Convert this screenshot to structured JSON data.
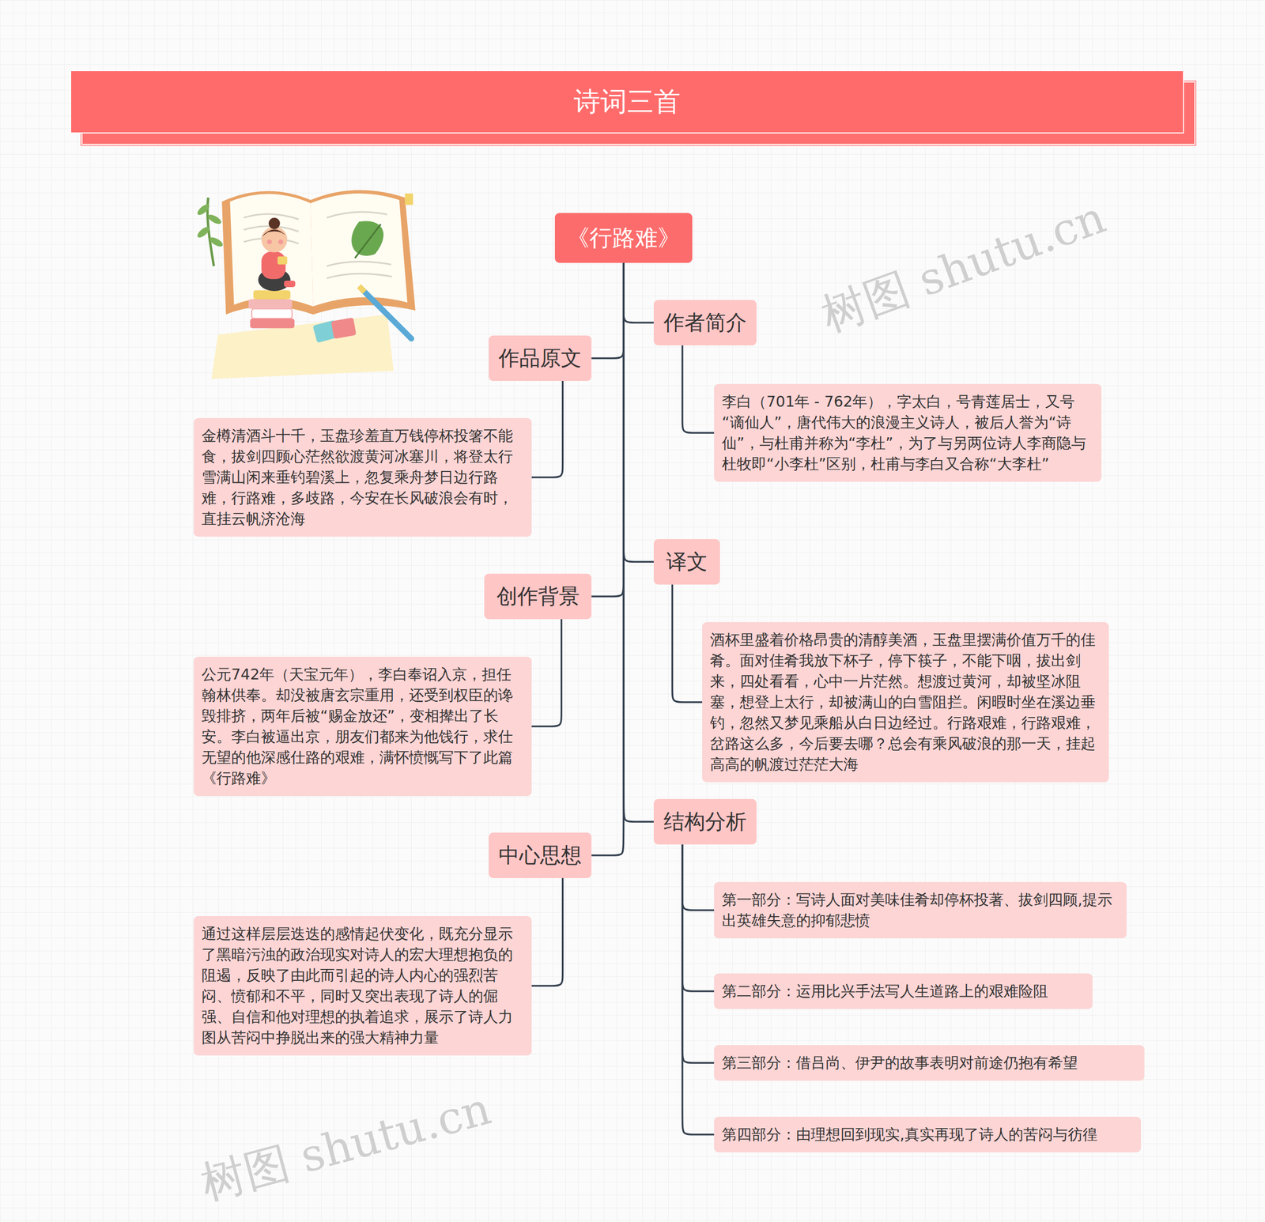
{
  "diagram": {
    "title": "诗词三首",
    "nodes": [
      {
        "text": [
          "《行路难》"
        ]
      },
      {
        "text": [
          "作品原文"
        ]
      },
      {
        "text": [
          "金樽清酒斗十千，玉盘珍羞直万钱停杯投箸不能食，拔剑四顾心茫然欲渡黄河冰塞川，将登太行雪满山闲来垂钓碧溪上，忽复乘舟梦日边行路难，行路难，多歧路，今安在长风破浪会有时，直挂云帆济沧海"
        ]
      },
      {
        "text": [
          "作者简介"
        ]
      },
      {
        "text": [
          "李白（701年 - 762年），字太白，号青莲居士，又号“谪仙人”，唐代伟大的浪漫主义诗人，被后人誉为“诗仙”，与杜甫并称为“李杜”，为了与另两位诗人李商隐与杜牧即“小李杜”区别，杜甫与李白又合称“大李杜”"
        ]
      },
      {
        "text": [
          "译文"
        ]
      },
      {
        "text": [
          "酒杯里盛着价格昂贵的清醇美酒，玉盘里摆满价值万千的佳肴。面对佳肴我放下杯子，停下筷子，不能下咽，拔出剑来，四处看看，心中一片茫然。想渡过黄河，却被坚冰阻塞，想登上太行，却被满山的白雪阻拦。闲暇时坐在溪边垂钓，忽然又梦见乘船从白日边经过。行路艰难，行路艰难，岔路这么多，今后要去哪？总会有乘风破浪的那一天，挂起高高的帆渡过茫茫大海"
        ]
      },
      {
        "text": [
          "创作背景"
        ]
      },
      {
        "text": [
          "公元742年（天宝元年），李白奉诏入京，担任翰林供奉。却没被唐玄宗重用，还受到权臣的谗毁排挤，两年后被“赐金放还”，变相撵出了长安。李白被逼出京，朋友们都来为他饯行，求仕无望的他深感仕路的艰难，满怀愤慨写下了此篇《行路难》"
        ]
      },
      {
        "text": [
          "结构分析"
        ]
      },
      {
        "text": [
          "第一部分：写诗人面对美味佳肴却停杯投著、拔剑四顾,提示出英雄失意的抑郁悲愤"
        ]
      },
      {
        "text": [
          "第二部分：运用比兴手法写人生道路上的艰难险阻"
        ]
      },
      {
        "text": [
          "第三部分：借吕尚、伊尹的故事表明对前途仍抱有希望"
        ]
      },
      {
        "text": [
          "第四部分：由理想回到现实,真实再现了诗人的苦闷与彷徨"
        ]
      },
      {
        "text": [
          "中心思想"
        ]
      },
      {
        "text": [
          "通过这样层层迭迭的感情起伏变化，既充分显示了黑暗污浊的政治现实对诗人的宏大理想抱负的阻遏，反映了由此而引起的诗人内心的强烈苦闷、愤郁和不平，同时又突出表现了诗人的倔强、自信和他对理想的执着追求，展示了诗人力图从苦闷中挣脱出来的强大精神力量"
        ]
      }
    ],
    "edges": [
      {
        "from": 0,
        "to": 1,
        "arrow": "none"
      },
      {
        "from": 0,
        "to": 3,
        "arrow": "none"
      },
      {
        "from": 0,
        "to": 5,
        "arrow": "none"
      },
      {
        "from": 0,
        "to": 7,
        "arrow": "none"
      },
      {
        "from": 0,
        "to": 9,
        "arrow": "none"
      },
      {
        "from": 0,
        "to": 14,
        "arrow": "none"
      },
      {
        "from": 1,
        "to": 2,
        "arrow": "none"
      },
      {
        "from": 3,
        "to": 4,
        "arrow": "none"
      },
      {
        "from": 5,
        "to": 6,
        "arrow": "none"
      },
      {
        "from": 7,
        "to": 8,
        "arrow": "none"
      },
      {
        "from": 9,
        "to": 10,
        "arrow": "none"
      },
      {
        "from": 9,
        "to": 11,
        "arrow": "none"
      },
      {
        "from": 9,
        "to": 12,
        "arrow": "none"
      },
      {
        "from": 9,
        "to": 13,
        "arrow": "none"
      },
      {
        "from": 14,
        "to": 15,
        "arrow": "none"
      }
    ],
    "labels": [
      "树图 shutu.cn",
      "树图 shutu.cn"
    ]
  }
}
